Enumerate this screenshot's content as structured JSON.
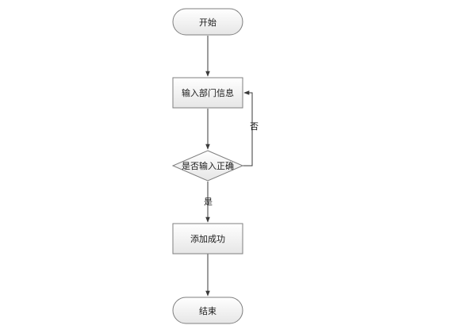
{
  "flowchart": {
    "nodes": {
      "start": {
        "label": "开始",
        "shape": "terminator"
      },
      "input": {
        "label": "输入部门信息",
        "shape": "process"
      },
      "check": {
        "label": "是否输入正确",
        "shape": "decision"
      },
      "success": {
        "label": "添加成功",
        "shape": "process"
      },
      "end": {
        "label": "结束",
        "shape": "terminator"
      }
    },
    "edges": {
      "yes": {
        "label": "是",
        "from": "check",
        "to": "success"
      },
      "no": {
        "label": "否",
        "from": "check",
        "to": "input"
      }
    },
    "colors": {
      "stroke": "#7f7f7f",
      "fill_top": "#ffffff",
      "fill_bottom": "#e6e6e6",
      "arrow": "#3a3a3a",
      "text": "#1a1a1a"
    }
  }
}
